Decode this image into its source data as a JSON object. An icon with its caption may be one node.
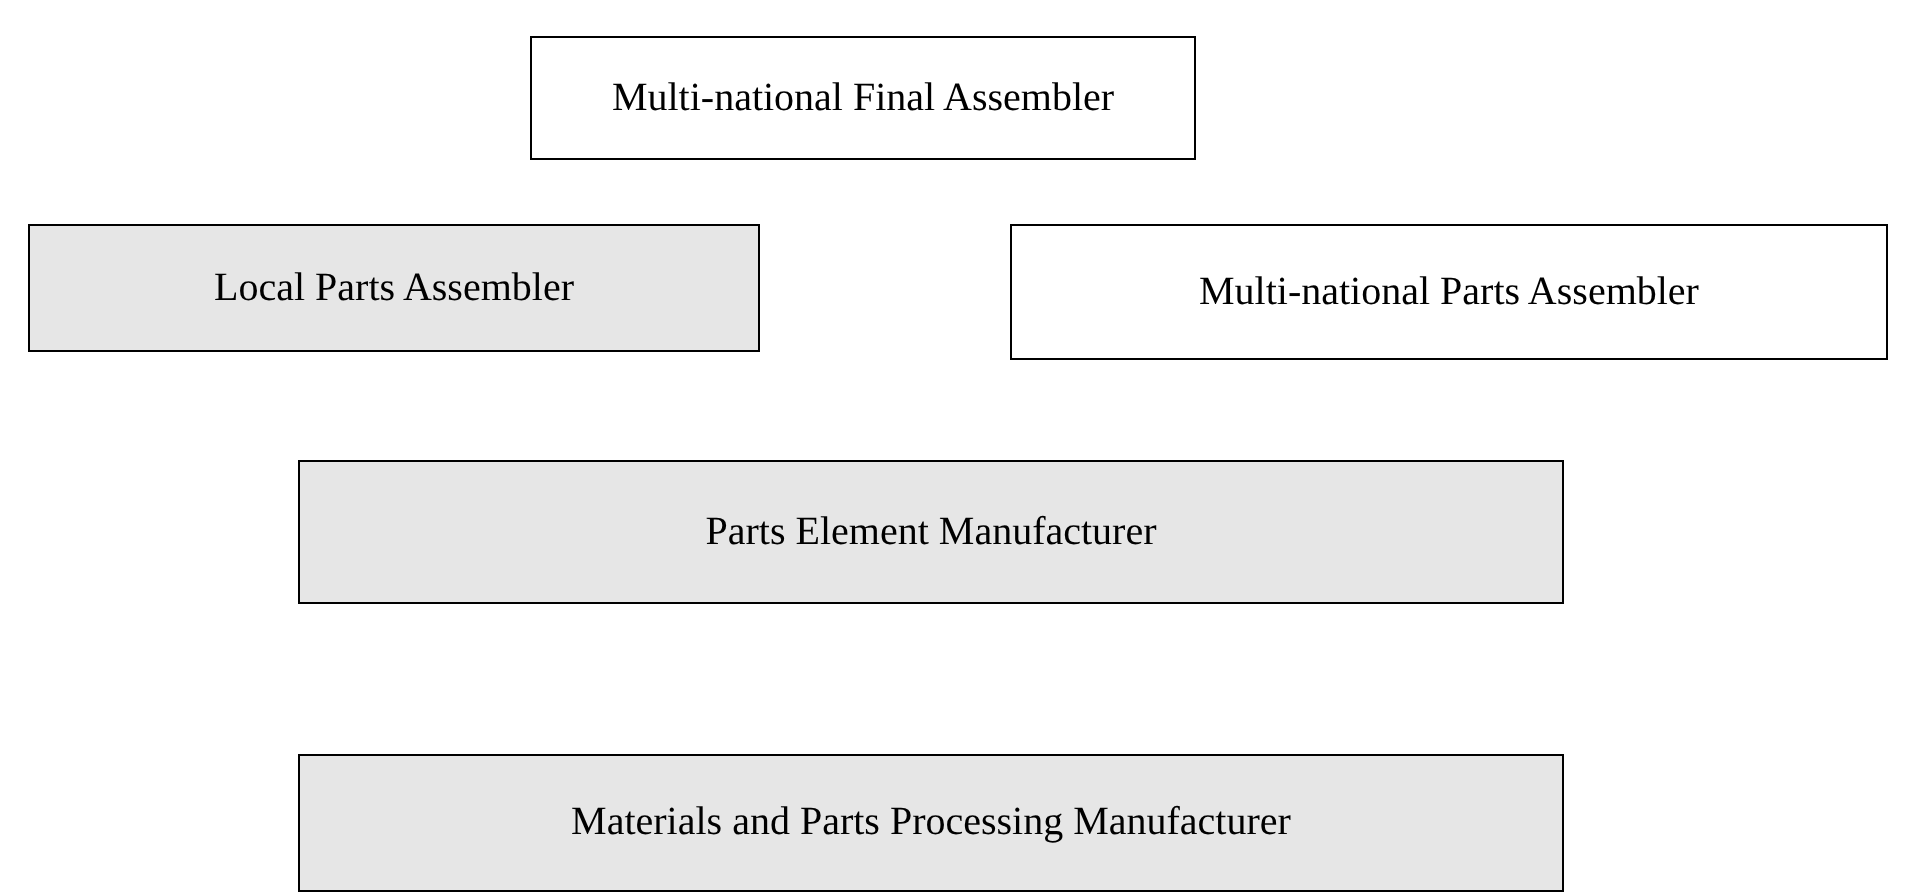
{
  "diagram": {
    "nodes": [
      {
        "text": [
          "Multi-national Final Assembler"
        ]
      },
      {
        "text": [
          "Local Parts Assembler"
        ]
      },
      {
        "text": [
          "Multi-national Parts Assembler"
        ]
      },
      {
        "text": [
          "Parts Element Manufacturer"
        ]
      },
      {
        "text": [
          "Materials and Parts Processing Manufacturer"
        ]
      }
    ]
  }
}
